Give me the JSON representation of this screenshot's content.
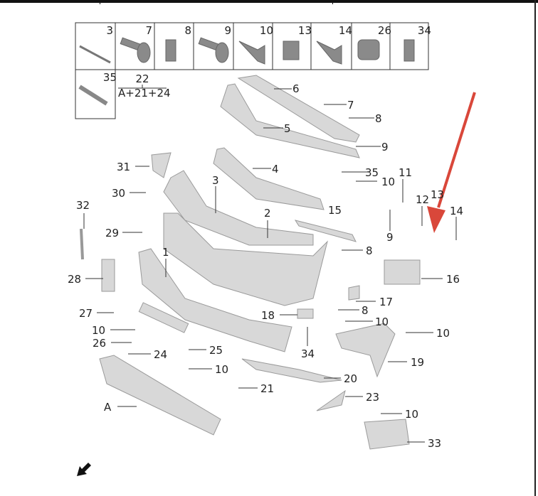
{
  "legend": {
    "row1": [
      "3",
      "7",
      "8",
      "9",
      "10",
      "13",
      "14",
      "26",
      "34"
    ],
    "row2": [
      "35"
    ],
    "assembly_number": "22",
    "assembly_formula": "A+21+24"
  },
  "callouts": [
    "6",
    "7",
    "8",
    "5",
    "9",
    "4",
    "35",
    "10",
    "11",
    "31",
    "30",
    "3",
    "12",
    "13",
    "14",
    "15",
    "32",
    "2",
    "9",
    "29",
    "1",
    "8",
    "16",
    "28",
    "17",
    "27",
    "18",
    "8",
    "10",
    "10",
    "10",
    "26",
    "24",
    "25",
    "34",
    "19",
    "10",
    "20",
    "21",
    "23",
    "A",
    "10",
    "33"
  ],
  "colors": {
    "arrow": "#d9473a",
    "parts": "#d8d8d8"
  },
  "icons": {
    "highlight_arrow": "red-arrow-icon",
    "orientation": "direction-arrow-icon"
  }
}
